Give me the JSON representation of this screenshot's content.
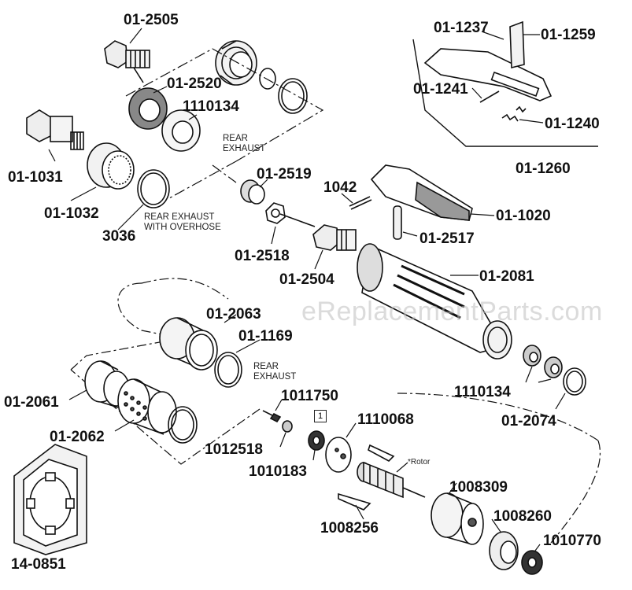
{
  "watermark": "eReplacementParts.com",
  "parts": {
    "p01_2505": "01-2505",
    "p01_2520": "01-2520",
    "p1110134_top": "1110134",
    "p01_1031": "01-1031",
    "p01_1032": "01-1032",
    "p3036": "3036",
    "p01_2519": "01-2519",
    "p01_2518": "01-2518",
    "p01_2504": "01-2504",
    "p1042": "1042",
    "p01_1020": "01-1020",
    "p01_2517": "01-2517",
    "p01_2081": "01-2081",
    "p01_1237": "01-1237",
    "p01_1259": "01-1259",
    "p01_1241": "01-1241",
    "p01_1240": "01-1240",
    "p01_1260": "01-1260",
    "p01_2063": "01-2063",
    "p01_1169": "01-1169",
    "p01_2061": "01-2061",
    "p01_2062": "01-2062",
    "p1011750": "1011750",
    "p1012518": "1012518",
    "p1010183": "1010183",
    "p1110068": "1110068",
    "p1110134_right": "1110134",
    "p01_2074": "01-2074",
    "p1008309": "1008309",
    "p1008256": "1008256",
    "p1008260": "1008260",
    "p1010770": "1010770",
    "p14_0851": "14-0851"
  },
  "notes": {
    "rear_exhaust_top_1": "REAR",
    "rear_exhaust_top_2": "EXHAUST",
    "rear_exhaust_overhose_1": "REAR EXHAUST",
    "rear_exhaust_overhose_2": "WITH OVERHOSE",
    "rear_exhaust_mid_1": "REAR",
    "rear_exhaust_mid_2": "EXHAUST",
    "rotor": "*Rotor",
    "kit_number": "1"
  }
}
